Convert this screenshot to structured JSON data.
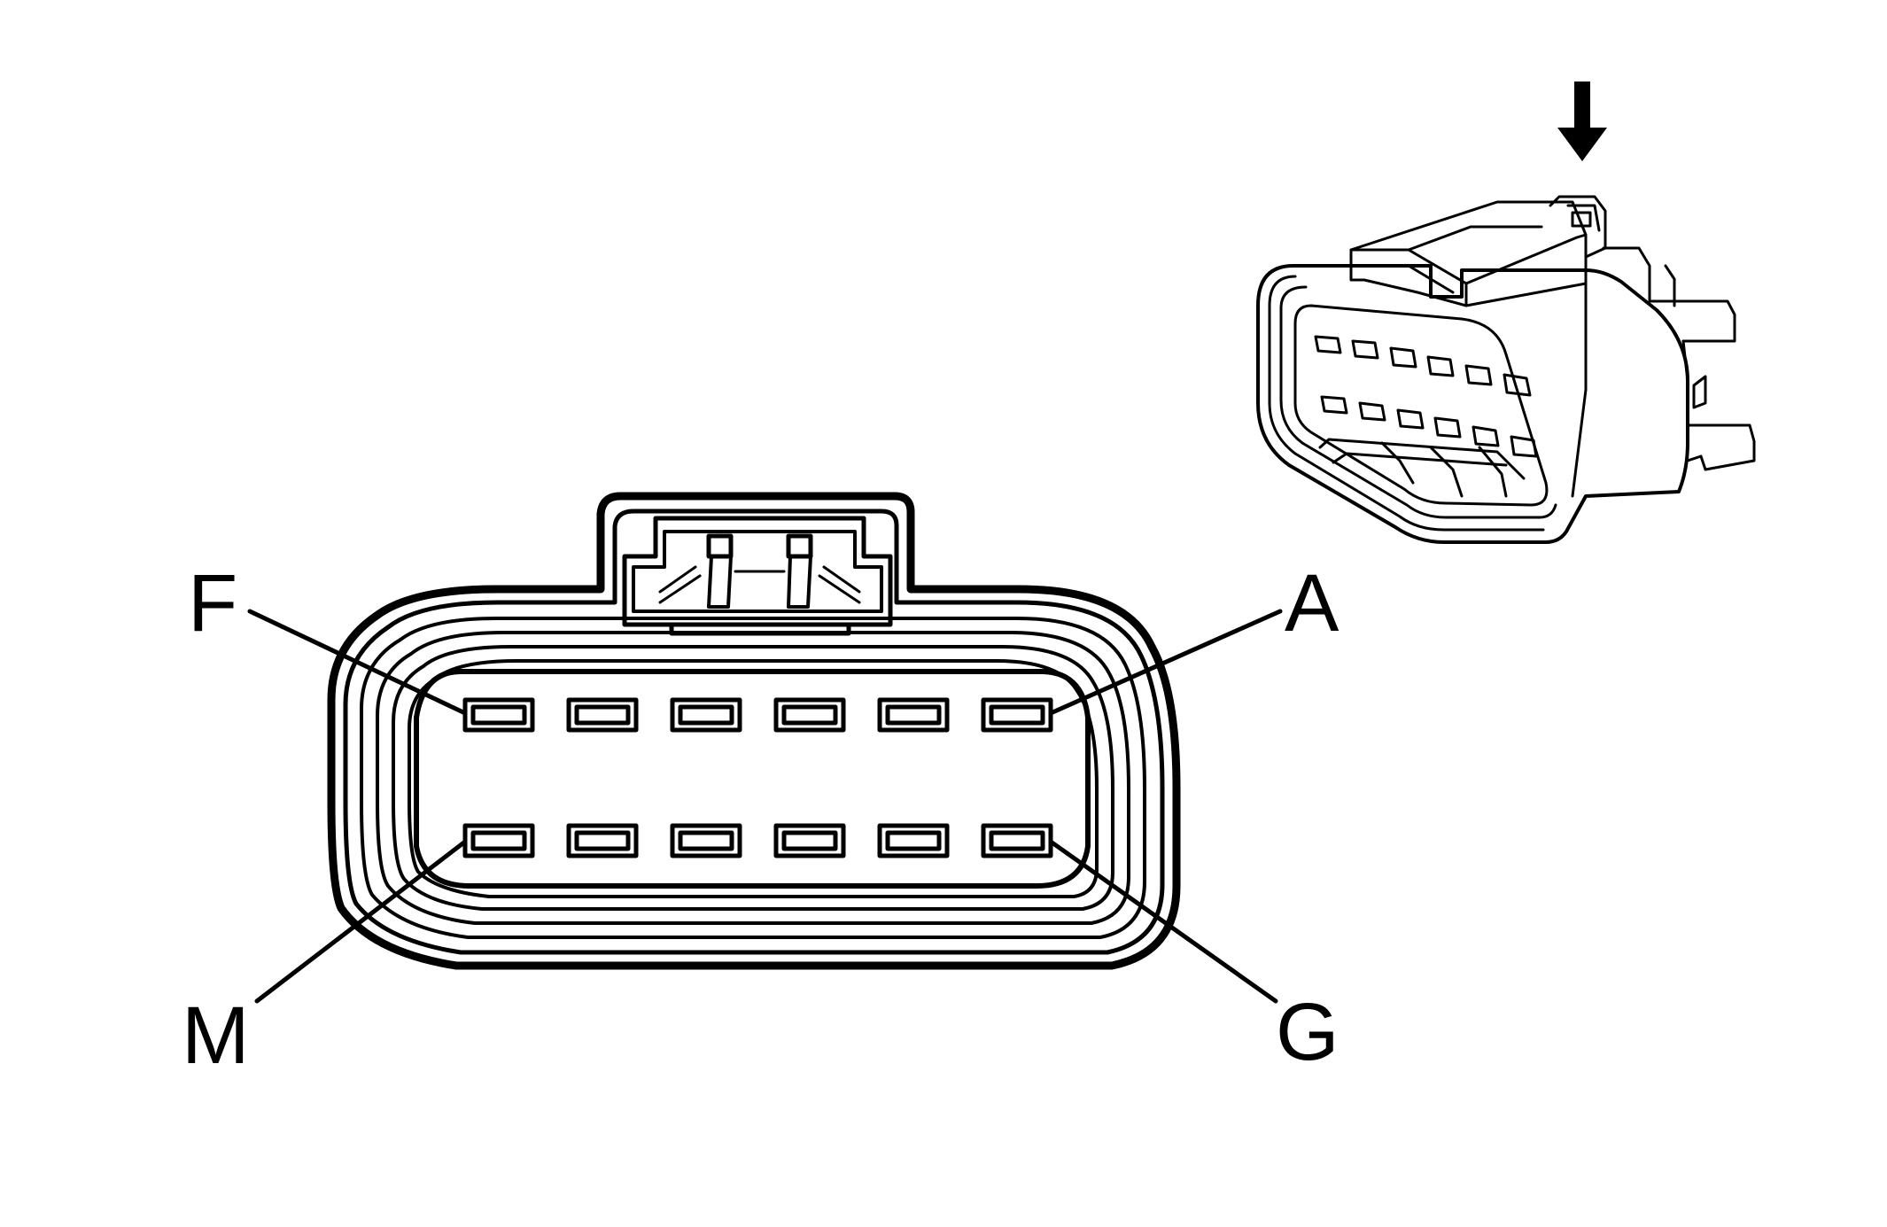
{
  "pin_labels": {
    "top_left": "F",
    "top_right": "A",
    "bottom_left": "M",
    "bottom_right": "G"
  },
  "pin_rows": {
    "top": {
      "count": 6
    },
    "bottom": {
      "count": 6
    }
  },
  "icons": {
    "view_direction": "down-arrow-icon",
    "connector_face": "connector-face-icon",
    "connector_iso": "connector-isometric-icon"
  },
  "colors": {
    "line": "#000000",
    "background": "#ffffff"
  }
}
